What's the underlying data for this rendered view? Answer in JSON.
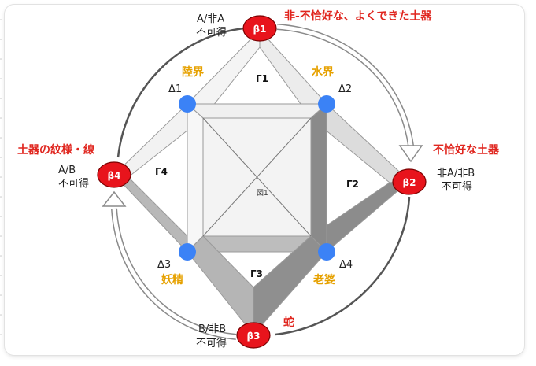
{
  "nodes": {
    "beta1": "β1",
    "beta2": "β2",
    "beta3": "β3",
    "beta4": "β4"
  },
  "red_labels": {
    "beta1": "非-不恰好な、よくできた土器",
    "beta2": "不恰好な土器",
    "beta3": "蛇",
    "beta4": "土器の紋様・線"
  },
  "orange_labels": {
    "delta1": "陸界",
    "delta2": "水界",
    "delta3": "妖精",
    "delta4": "老婆"
  },
  "conditions": {
    "beta1": [
      "A/非A",
      "不可得"
    ],
    "beta2": [
      "非A/非B",
      "不可得"
    ],
    "beta3": [
      "B/非B",
      "不可得"
    ],
    "beta4": [
      "A/B",
      "不可得"
    ]
  },
  "deltas": {
    "d1": "Δ1",
    "d2": "Δ2",
    "d3": "Δ3",
    "d4": "Δ4"
  },
  "gammas": {
    "g1": "Γ1",
    "g2": "Γ2",
    "g3": "Γ3",
    "g4": "Γ4"
  },
  "center": "図1",
  "colors": {
    "red": "#e0261f",
    "blue": "#3b82f6",
    "orange": "#e6a100"
  }
}
